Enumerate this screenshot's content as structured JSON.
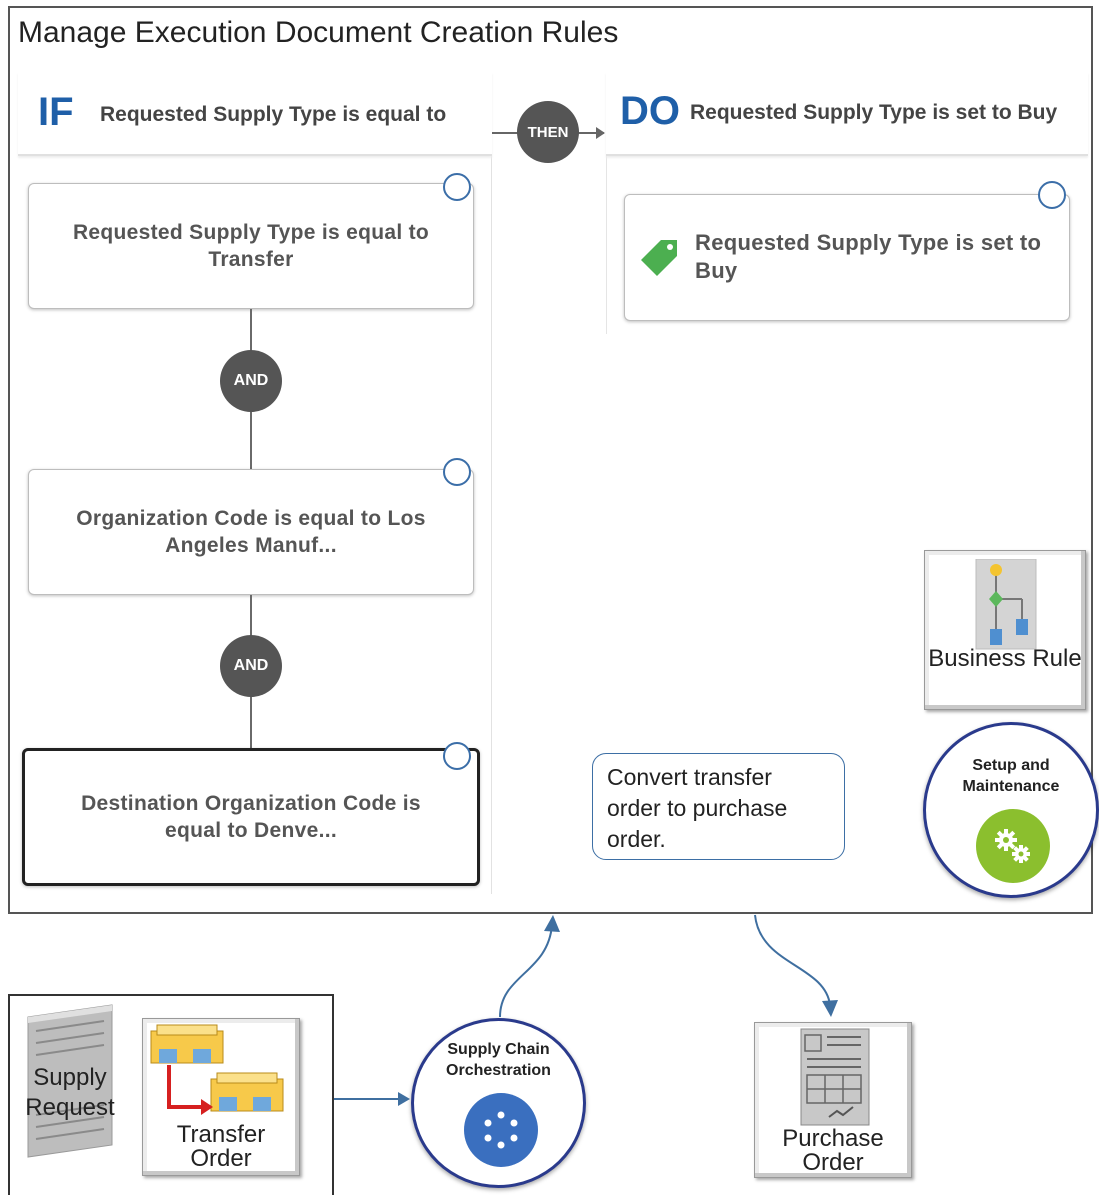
{
  "page": {
    "title": "Manage Execution Document Creation Rules"
  },
  "if_section": {
    "keyword": "IF",
    "header_text": "Requested Supply Type is equal to",
    "conditions": [
      "Requested Supply Type is equal to Transfer",
      "Organization Code is equal to Los Angeles Manuf...",
      "Destination Organization Code is equal to Denve..."
    ],
    "connector": "AND"
  },
  "then_label": "THEN",
  "do_section": {
    "keyword": "DO",
    "header_text": "Requested Supply Type is set to Buy",
    "action": "Requested Supply Type is set to Buy"
  },
  "business_rule": {
    "label": "Business Rule"
  },
  "setup": {
    "label": "Setup and Maintenance"
  },
  "callout": {
    "text": "Convert  transfer order  to purchase order."
  },
  "supply_request": {
    "label": "Supply Request"
  },
  "transfer_order": {
    "label": "Transfer Order"
  },
  "supply_chain": {
    "label": "Supply Chain Orchestration"
  },
  "purchase_order": {
    "label": "Purchase Order"
  },
  "colors": {
    "keyword_blue": "#1f5fa8",
    "connector_gray": "#555555",
    "tag_green": "#4caf50",
    "orchestration_blue": "#3a6fbf",
    "setup_green": "#8bbf2e",
    "ring_navy": "#2a3a8c"
  }
}
